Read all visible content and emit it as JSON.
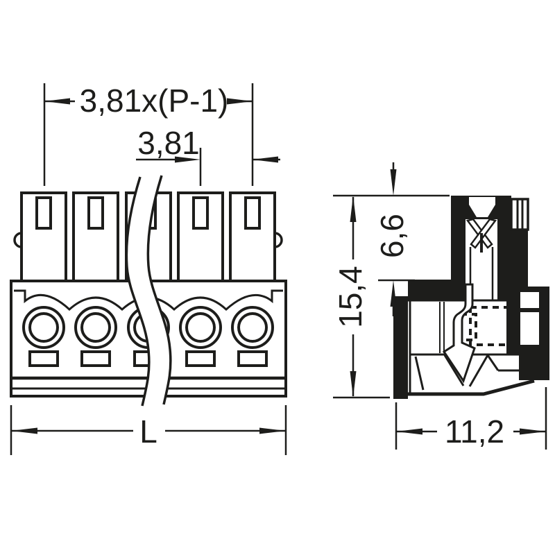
{
  "drawing_type": "connector-dimensional-drawing",
  "colors": {
    "background": "#ffffff",
    "line": "#1d1d1b"
  },
  "front_view": {
    "pole_count": 5,
    "dims": {
      "pitch_overall": "3,81x(P-1)",
      "pitch": "3,81",
      "length": "L"
    }
  },
  "side_view": {
    "dims": {
      "height_overall": "15,4",
      "height_top": "6,6",
      "depth": "11,2"
    }
  }
}
